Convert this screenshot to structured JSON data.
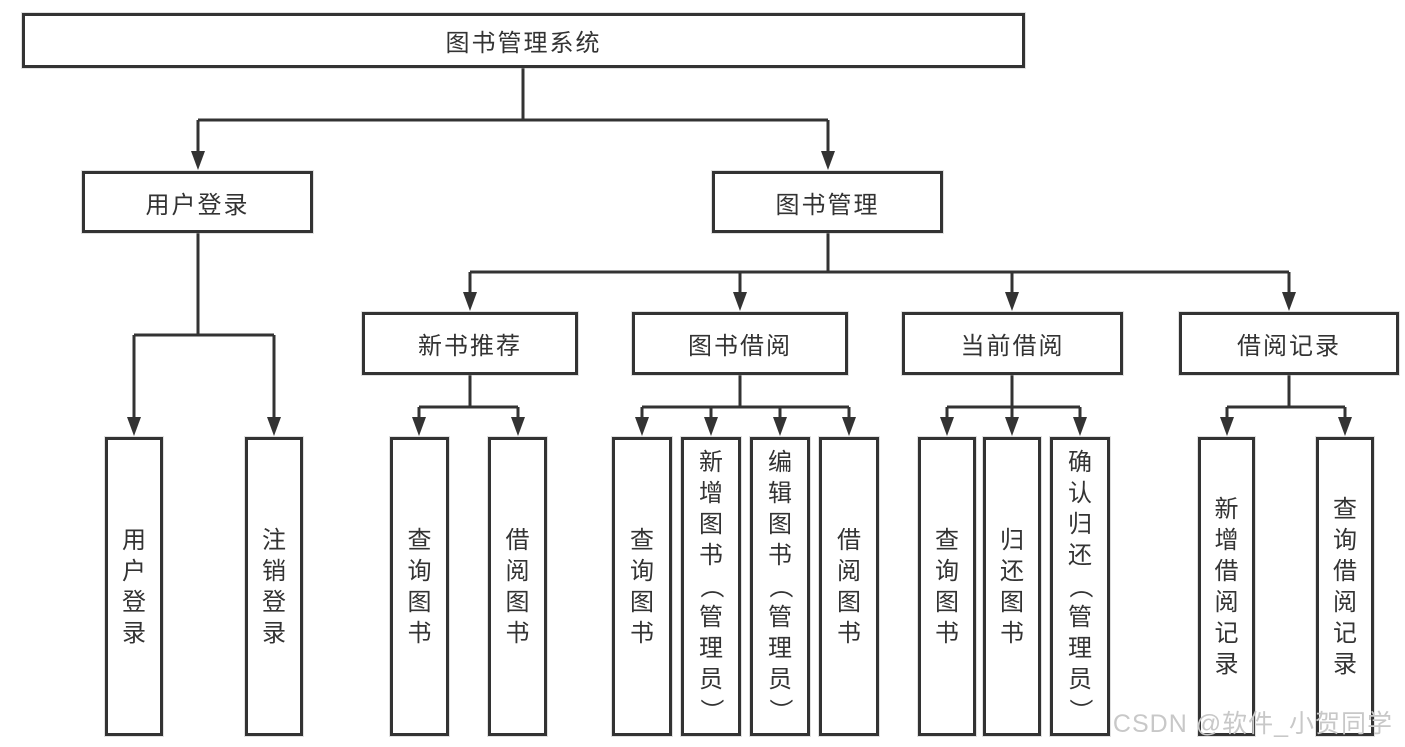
{
  "diagram": {
    "root": {
      "label": "图书管理系统"
    },
    "level2": [
      {
        "label": "用户登录"
      },
      {
        "label": "图书管理"
      }
    ],
    "level3": [
      {
        "label": "新书推荐"
      },
      {
        "label": "图书借阅"
      },
      {
        "label": "当前借阅"
      },
      {
        "label": "借阅记录"
      }
    ],
    "leaves": [
      {
        "label": "用户登录"
      },
      {
        "label": "注销登录"
      },
      {
        "label": "查询图书"
      },
      {
        "label": "借阅图书"
      },
      {
        "label": "查询图书"
      },
      {
        "label": "新增图书（管理员）"
      },
      {
        "label": "编辑图书（管理员）"
      },
      {
        "label": "借阅图书"
      },
      {
        "label": "查询图书"
      },
      {
        "label": "归还图书"
      },
      {
        "label": "确认归还（管理员）"
      },
      {
        "label": "新增借阅记录"
      },
      {
        "label": "查询借阅记录"
      }
    ]
  },
  "watermark": {
    "text": "CSDN @软件_小贺同学"
  },
  "colors": {
    "line": "#333333",
    "text": "#333333",
    "watermark": "#c8c8c8",
    "background": "#ffffff"
  }
}
